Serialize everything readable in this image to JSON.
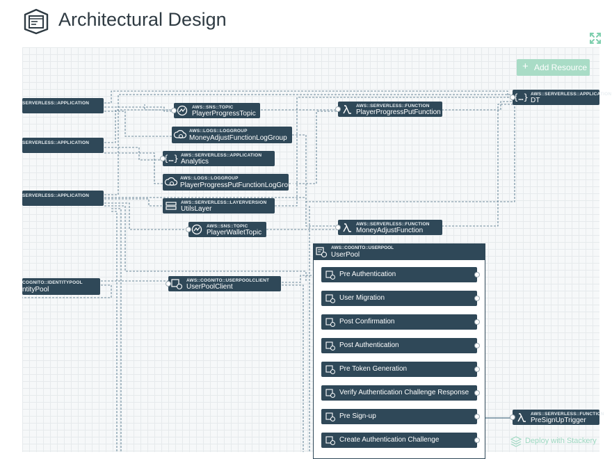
{
  "header": {
    "title": "Architectural Design"
  },
  "toolbar": {
    "add_resource": "Add Resource"
  },
  "footer": {
    "deploy_label": "Deploy with Stackery"
  },
  "nodes": {
    "app1": {
      "type": "SERVERLESS::APPLICATION",
      "name": ""
    },
    "app2": {
      "type": "SERVERLESS::APPLICATION",
      "name": ""
    },
    "app3": {
      "type": "SERVERLESS::APPLICATION",
      "name": ""
    },
    "idpool": {
      "type": "COGNITO::IDENTITYPOOL",
      "name": "ntityPool"
    },
    "topic1": {
      "type": "AWS::SNS::TOPIC",
      "name": "PlayerProgressTopic"
    },
    "log1": {
      "type": "AWS::LOGS::LOGGROUP",
      "name": "MoneyAdjustFunctionLogGroup"
    },
    "analytics": {
      "type": "AWS::SERVERLESS::APPLICATION",
      "name": "Analytics"
    },
    "log2": {
      "type": "AWS::LOGS::LOGGROUP",
      "name": "PlayerProgressPutFunctionLogGroup"
    },
    "layer": {
      "type": "AWS::SERVERLESS::LAYERVERSION",
      "name": "UtilsLayer"
    },
    "topic2": {
      "type": "AWS::SNS::TOPIC",
      "name": "PlayerWalletTopic"
    },
    "client": {
      "type": "AWS::COGNITO::USERPOOLCLIENT",
      "name": "UserPoolClient"
    },
    "fn1": {
      "type": "AWS::SERVERLESS::FUNCTION",
      "name": "PlayerProgressPutFunction"
    },
    "fn2": {
      "type": "AWS::SERVERLESS::FUNCTION",
      "name": "MoneyAdjustFunction"
    },
    "dt": {
      "type": "AWS::SERVERLESS::APPLICATION",
      "name": "DT"
    },
    "presignup": {
      "type": "AWS::SERVERLESS::FUNCTION",
      "name": "PreSignUpTrigger"
    },
    "userpool": {
      "type": "AWS::COGNITO::USERPOOL",
      "name": "UserPool"
    }
  },
  "userpool_triggers": [
    "Pre Authentication",
    "User Migration",
    "Post Confirmation",
    "Post Authentication",
    "Pre Token Generation",
    "Verify Authentication Challenge Response",
    "Pre Sign-up",
    "Create Authentication Challenge"
  ],
  "icons": {
    "header": "document-diagram-icon",
    "expand": "expand-icon",
    "topic": "sns-topic-icon",
    "loggroup": "log-group-icon",
    "application": "braces-icon",
    "layer": "layer-icon",
    "function": "lambda-icon",
    "userpool": "user-pool-icon",
    "client": "user-pool-client-icon",
    "deploy": "stackery-icon"
  },
  "colors": {
    "node": "#2f4858",
    "wire": "#5f7f92",
    "accent": "#a9dcc6",
    "grid": "#e6eaec"
  }
}
